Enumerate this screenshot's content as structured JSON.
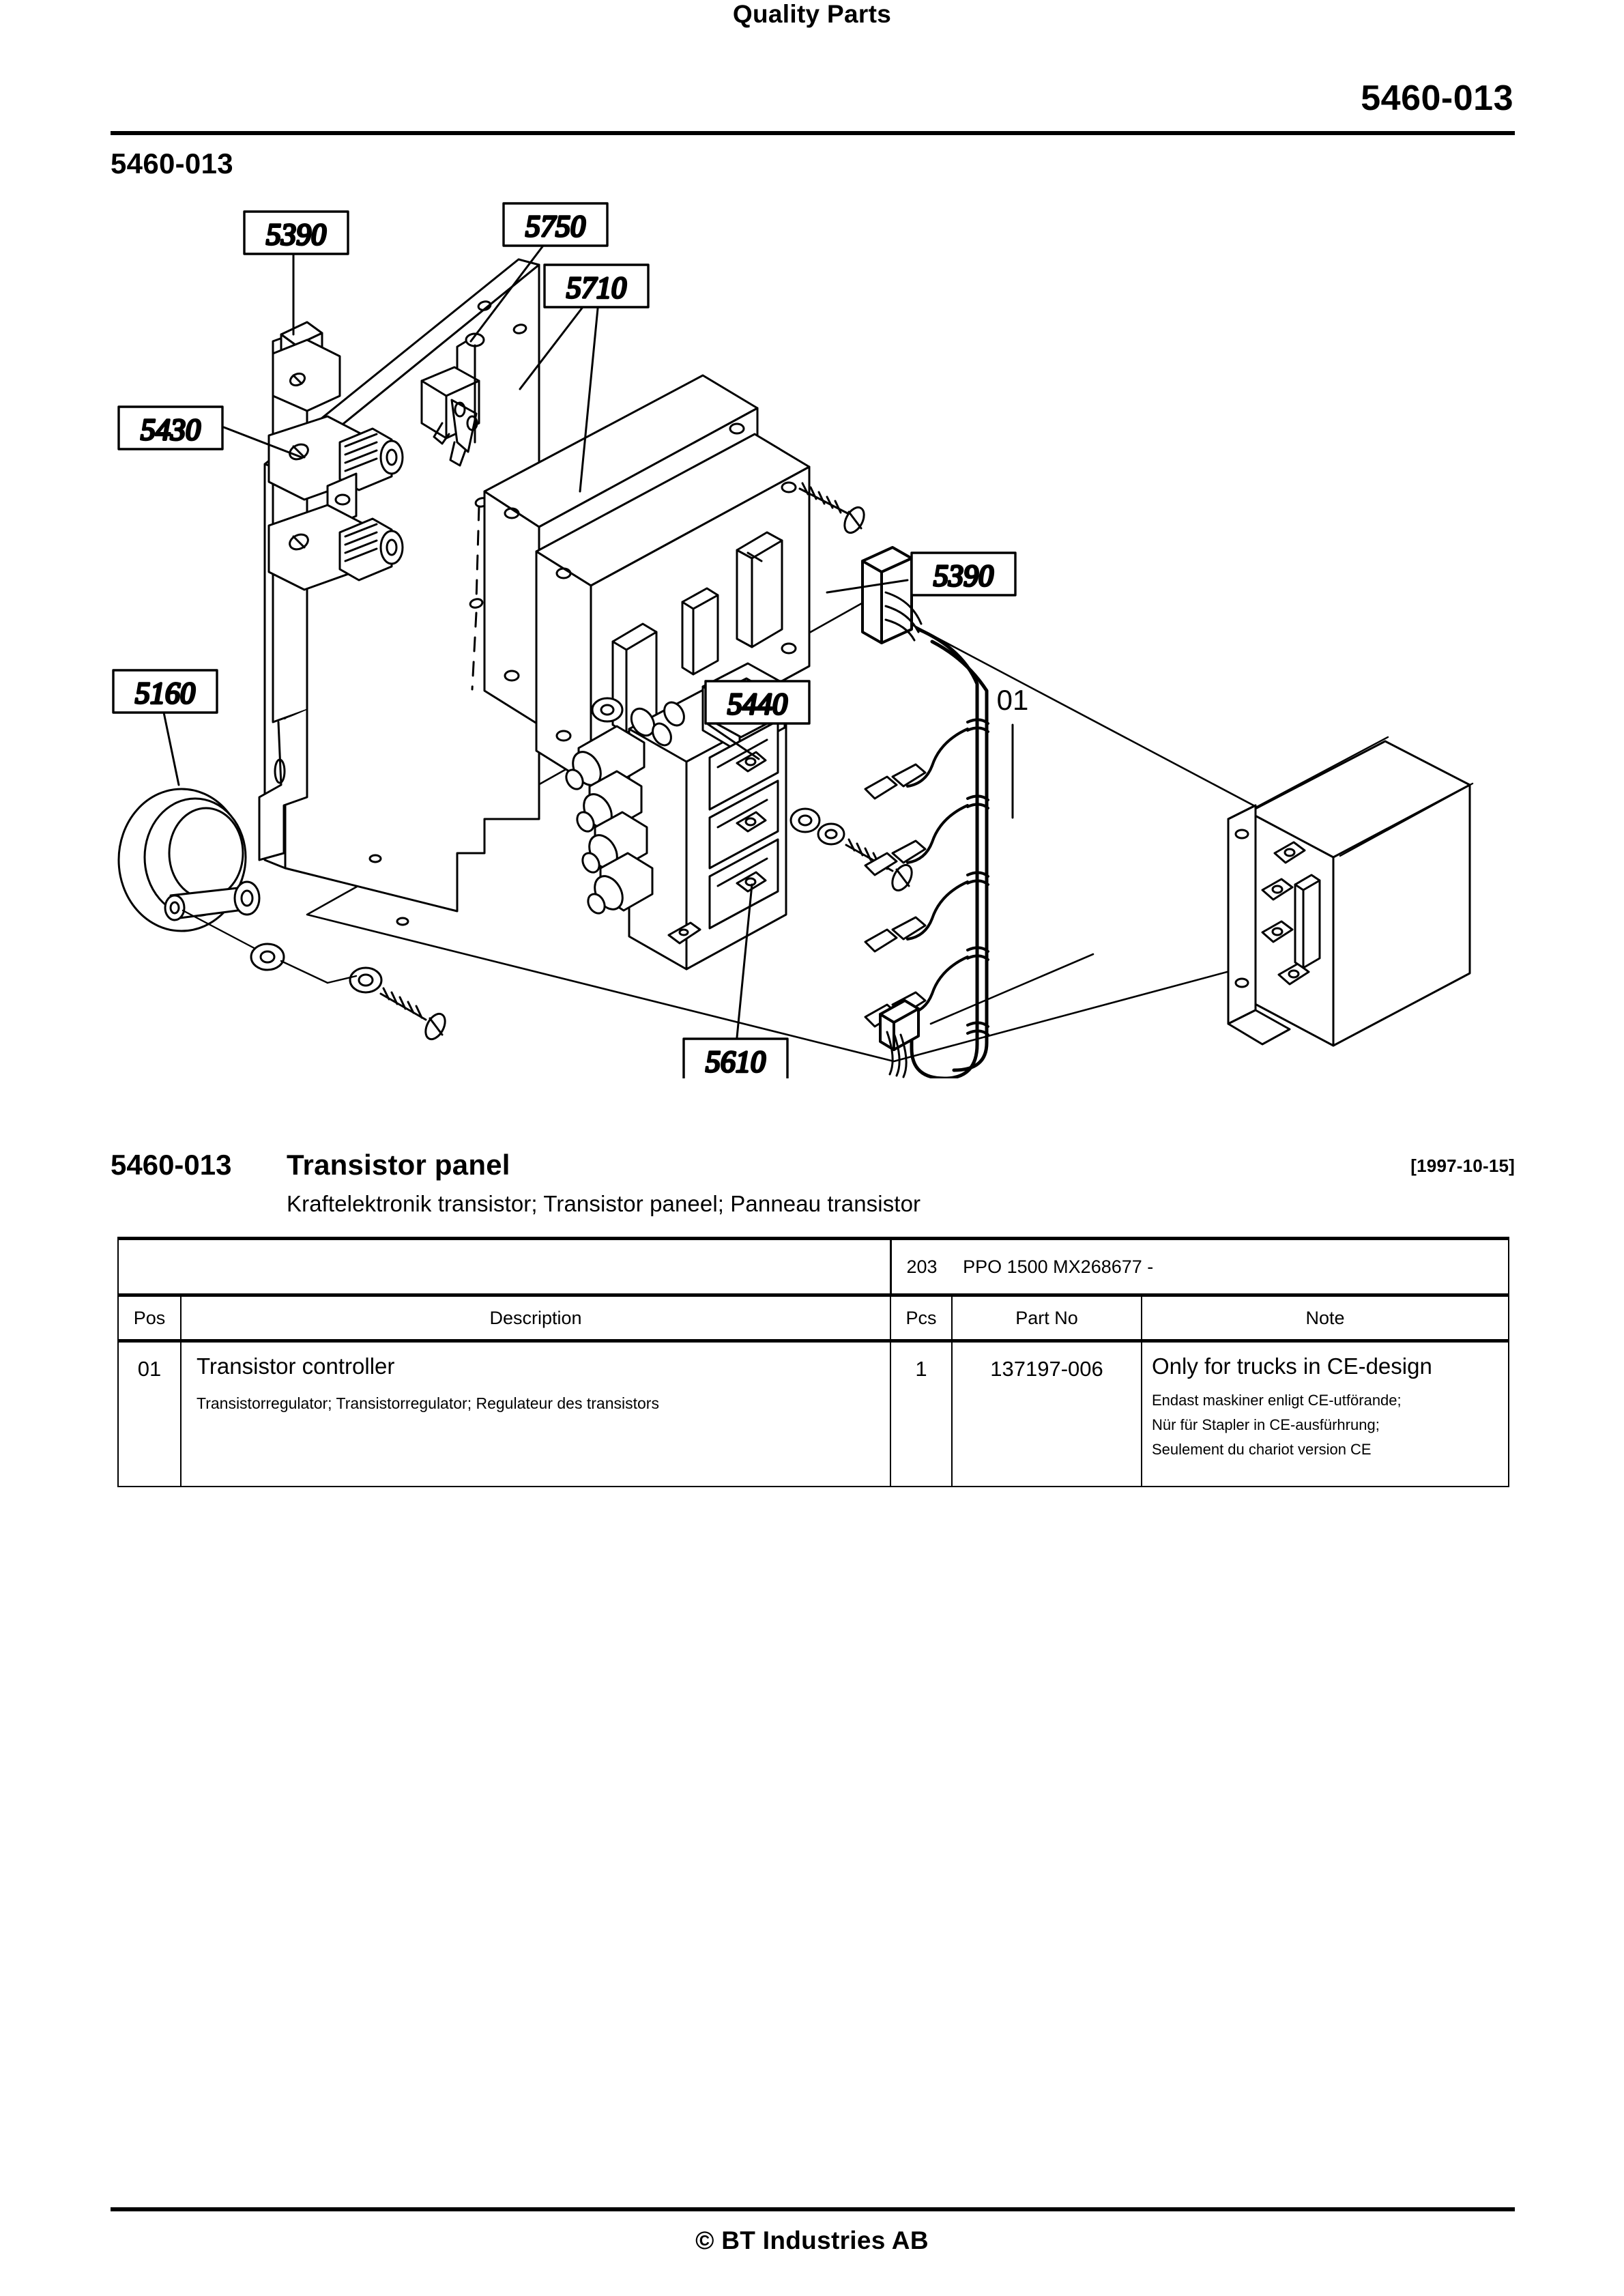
{
  "header": {
    "title": "Quality Parts",
    "code_right": "5460-013",
    "section_code": "5460-013"
  },
  "title_block": {
    "code": "5460-013",
    "name": "Transistor panel",
    "date": "[1997-10-15]",
    "subtitle": "Kraftelektronik transistor; Transistor paneel; Panneau transistor"
  },
  "spec_row": {
    "model_code": "203",
    "model_name": "PPO 1500 MX",
    "serial_range": "268677 -"
  },
  "table": {
    "columns": {
      "pos": "Pos",
      "description": "Description",
      "pcs": "Pcs",
      "part_no": "Part No",
      "note": "Note"
    },
    "rows": [
      {
        "pos": "01",
        "description": "Transistor controller",
        "description_sub": "Transistorregulator; Transistorregulator; Regulateur des transistors",
        "pcs": "1",
        "part_no": "137197-006",
        "note": "Only for trucks in CE-design",
        "note_sub_1": "Endast maskiner enligt CE-utförande;",
        "note_sub_2": "Nür für Stapler in CE-ausfürhrung;",
        "note_sub_3": "Seulement du chariot version CE"
      }
    ]
  },
  "figure": {
    "callouts": [
      {
        "id": "c5390a",
        "label": "5390"
      },
      {
        "id": "c5750",
        "label": "5750"
      },
      {
        "id": "c5710",
        "label": "5710"
      },
      {
        "id": "c5430",
        "label": "5430"
      },
      {
        "id": "c5390b",
        "label": "5390"
      },
      {
        "id": "c5160",
        "label": "5160"
      },
      {
        "id": "c5440",
        "label": "5440"
      },
      {
        "id": "c5610",
        "label": "5610"
      },
      {
        "id": "pos01",
        "label": "01"
      }
    ]
  },
  "footer": {
    "copyright": "© BT Industries AB"
  }
}
